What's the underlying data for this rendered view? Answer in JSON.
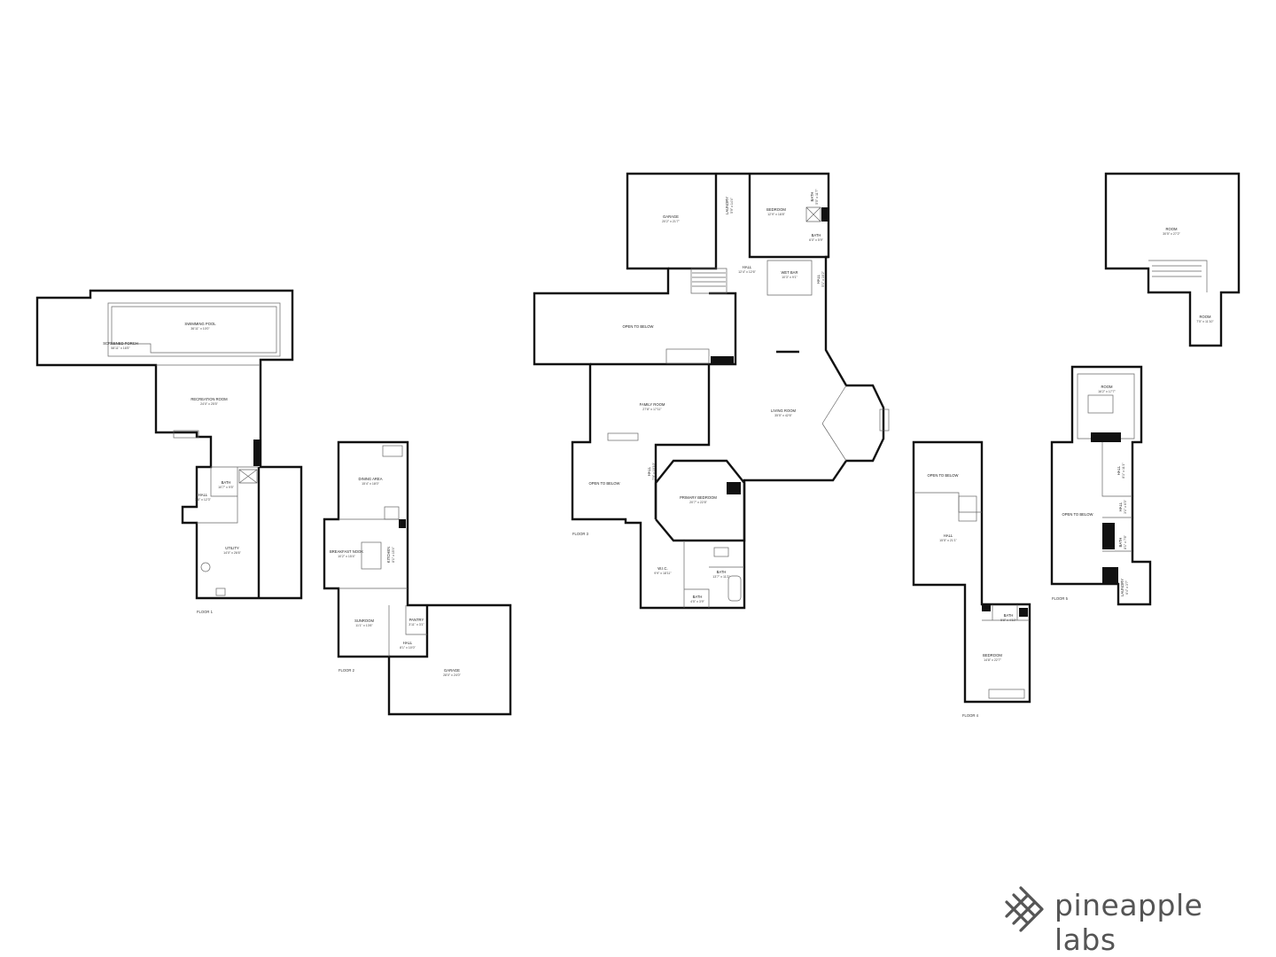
{
  "brand": {
    "name": "pineapple labs",
    "icon": "pineapple-lattice-icon"
  },
  "floors": [
    {
      "floor": "FLOOR 1",
      "rooms": [
        {
          "name": "SWIMMING POOL",
          "dims": "36'11\" x 10'0\""
        },
        {
          "name": "SCREENED PORCH",
          "dims": "58'11\" x 16'5\""
        },
        {
          "name": "RECREATION ROOM",
          "dims": "24'0\" x 25'5\""
        },
        {
          "name": "BATH",
          "dims": "10'7\" x 9'5\""
        },
        {
          "name": "HALL",
          "dims": "3'6\" x 12'3\""
        },
        {
          "name": "UTILITY",
          "dims": "14'0\" x 26'6\""
        }
      ]
    },
    {
      "floor": "FLOOR 2",
      "rooms": [
        {
          "name": "DINING AREA",
          "dims": "15'4\" x 18'0\""
        },
        {
          "name": "BREAKFAST NOOK",
          "dims": "10'2\" x 15'4\""
        },
        {
          "name": "KITCHEN",
          "dims": "8'1\" x 15'4\""
        },
        {
          "name": "SUNROOM",
          "dims": "11'1\" x 13'6\""
        },
        {
          "name": "PANTRY",
          "dims": "3'11\" x 3'1\""
        },
        {
          "name": "HALL",
          "dims": "8'1\" x 10'0\""
        },
        {
          "name": "GARAGE",
          "dims": "28'0\" x 24'0\""
        }
      ]
    },
    {
      "floor": "FLOOR 3",
      "rooms": [
        {
          "name": "GARAGE",
          "dims": "20'2\" x 21'7\""
        },
        {
          "name": "LAUNDRY",
          "dims": "5'9\" x 14'4\""
        },
        {
          "name": "BEDROOM",
          "dims": "12'9\" x 18'8\""
        },
        {
          "name": "BATH",
          "dims": "5'5\" x 11'7\""
        },
        {
          "name": "BATH",
          "dims": "6'0\" x 5'9\""
        },
        {
          "name": "HALL",
          "dims": "12'4\" x 12'6\""
        },
        {
          "name": "WET BAR",
          "dims": "10'3\" x 9'1\""
        },
        {
          "name": "HALL",
          "dims": "5'1\" x 16'2\""
        },
        {
          "name": "OPEN TO BELOW",
          "dims": ""
        },
        {
          "name": "FAMILY ROOM",
          "dims": "27'8\" x 17'11\""
        },
        {
          "name": "LIVING ROOM",
          "dims": "35'5\" x 42'6\""
        },
        {
          "name": "OPEN TO BELOW",
          "dims": ""
        },
        {
          "name": "HALL",
          "dims": "7'9\" x 10'10\""
        },
        {
          "name": "PRIMARY BEDROOM",
          "dims": "20'7\" x 22'8\""
        },
        {
          "name": "W.I.C.",
          "dims": "9'9\" x 18'11\""
        },
        {
          "name": "BATH",
          "dims": "13'7\" x 11'2\""
        },
        {
          "name": "BATH",
          "dims": "4'5\" x 3'9\""
        }
      ]
    },
    {
      "floor": "FLOOR 4",
      "rooms": [
        {
          "name": "OPEN TO BELOW",
          "dims": ""
        },
        {
          "name": "HALL",
          "dims": "15'5\" x 21'1\""
        },
        {
          "name": "BATH",
          "dims": "5'8\" x 4'10\""
        },
        {
          "name": "BEDROOM",
          "dims": "14'8\" x 22'7\""
        }
      ]
    },
    {
      "floor": "FLOOR 5",
      "rooms": [
        {
          "name": "ROOM",
          "dims": "30'5\" x 27'2\""
        },
        {
          "name": "ROOM",
          "dims": "7'5\" x 11'10\""
        },
        {
          "name": "ROOM",
          "dims": "16'2\" x 17'7\""
        },
        {
          "name": "HALL",
          "dims": "8'1\" x 11'1\""
        },
        {
          "name": "OPEN TO BELOW",
          "dims": ""
        },
        {
          "name": "HALL",
          "dims": "3'1\" x 6'3\""
        },
        {
          "name": "BATH",
          "dims": "8'1\" x 7'8\""
        },
        {
          "name": "LAUNDRY",
          "dims": "6'4\" x 3'7\""
        }
      ]
    }
  ]
}
